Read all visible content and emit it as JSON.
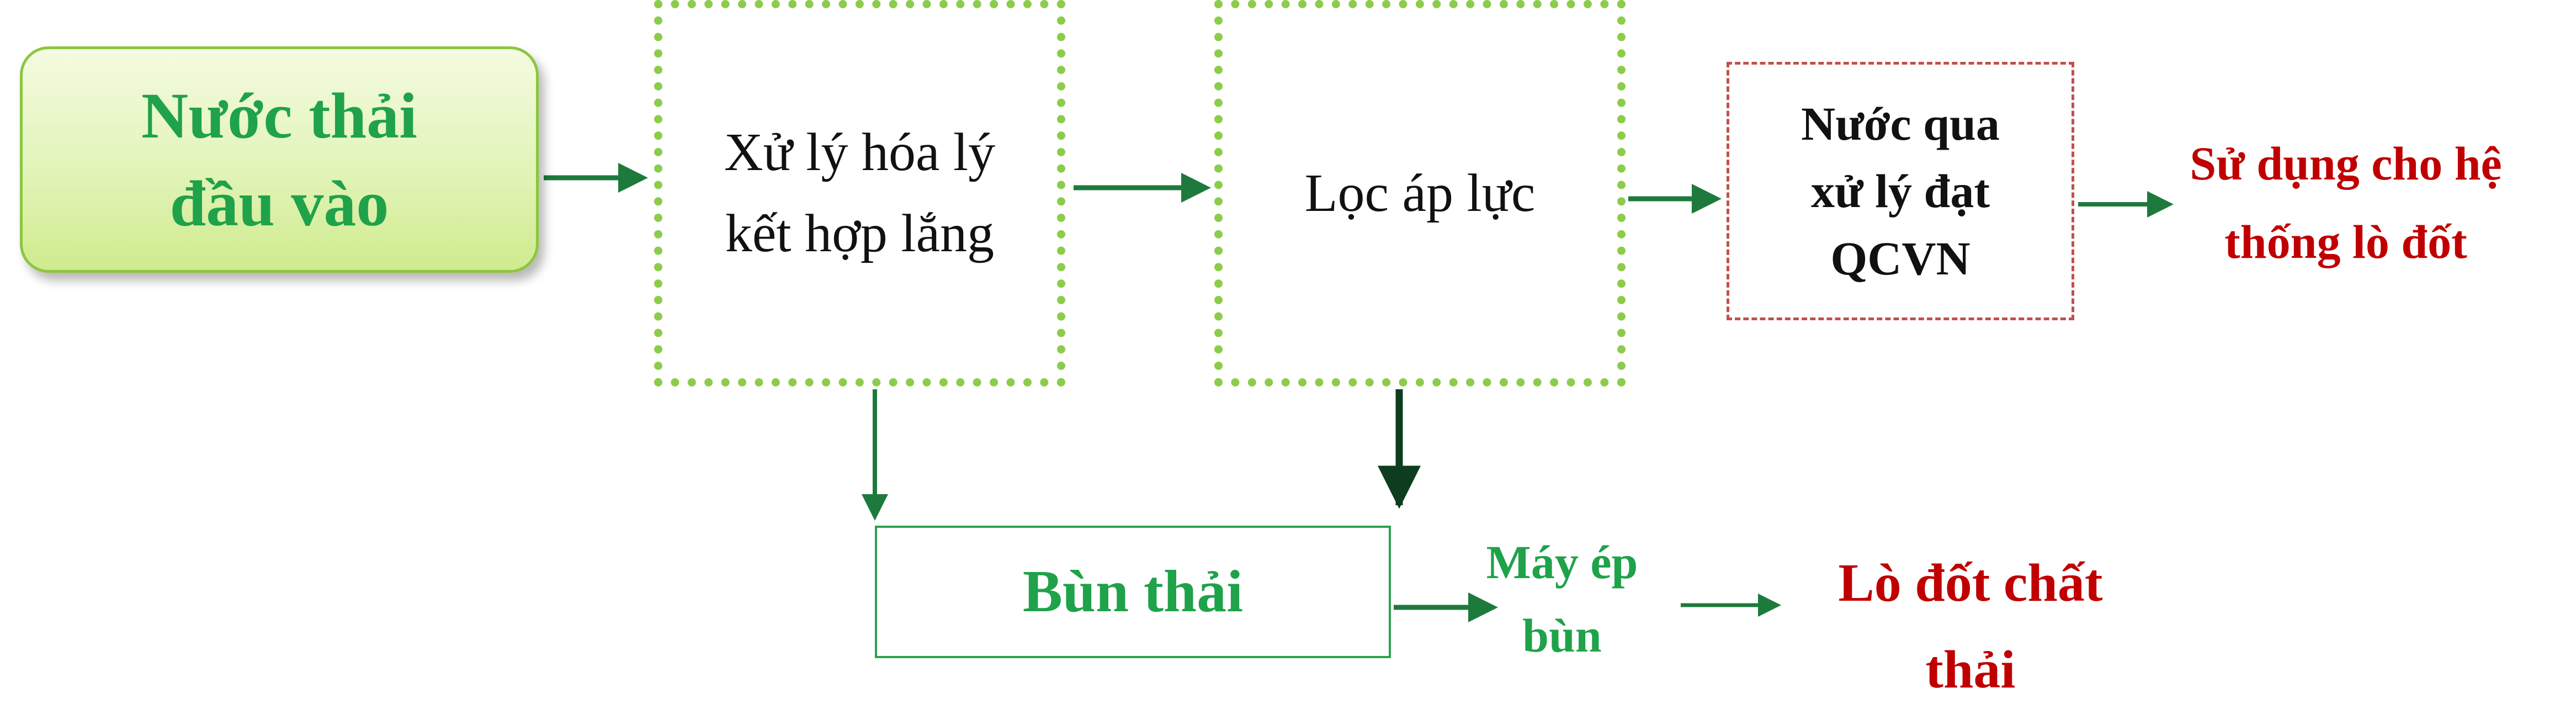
{
  "diagram": {
    "title": "",
    "colors": {
      "green_text": "#1fa24a",
      "green_border": "#8ccc4c",
      "red_text": "#c00000",
      "red_border": "#c0504d",
      "arrow": "#1e7a3c"
    },
    "nodes": {
      "input": {
        "label": "Nước thải\nđầu vào"
      },
      "physchem": {
        "label": "Xử lý hóa lý\nkết hợp lắng"
      },
      "filter": {
        "label": "Lọc áp lực"
      },
      "treated": {
        "label": "Nước qua\nxử lý đạt\nQCVN"
      },
      "reuse": {
        "label": "Sử dụng cho hệ\nthống lò đốt"
      },
      "sludge": {
        "label": "Bùn thải"
      },
      "press": {
        "label": "Máy ép\nbùn"
      },
      "incinerator": {
        "label": "Lò đốt chất\nthải"
      }
    },
    "edges": [
      {
        "from": "input",
        "to": "physchem"
      },
      {
        "from": "physchem",
        "to": "filter"
      },
      {
        "from": "filter",
        "to": "treated"
      },
      {
        "from": "treated",
        "to": "reuse"
      },
      {
        "from": "physchem",
        "to": "sludge"
      },
      {
        "from": "filter",
        "to": "sludge"
      },
      {
        "from": "sludge",
        "to": "press"
      },
      {
        "from": "press",
        "to": "incinerator"
      }
    ]
  }
}
